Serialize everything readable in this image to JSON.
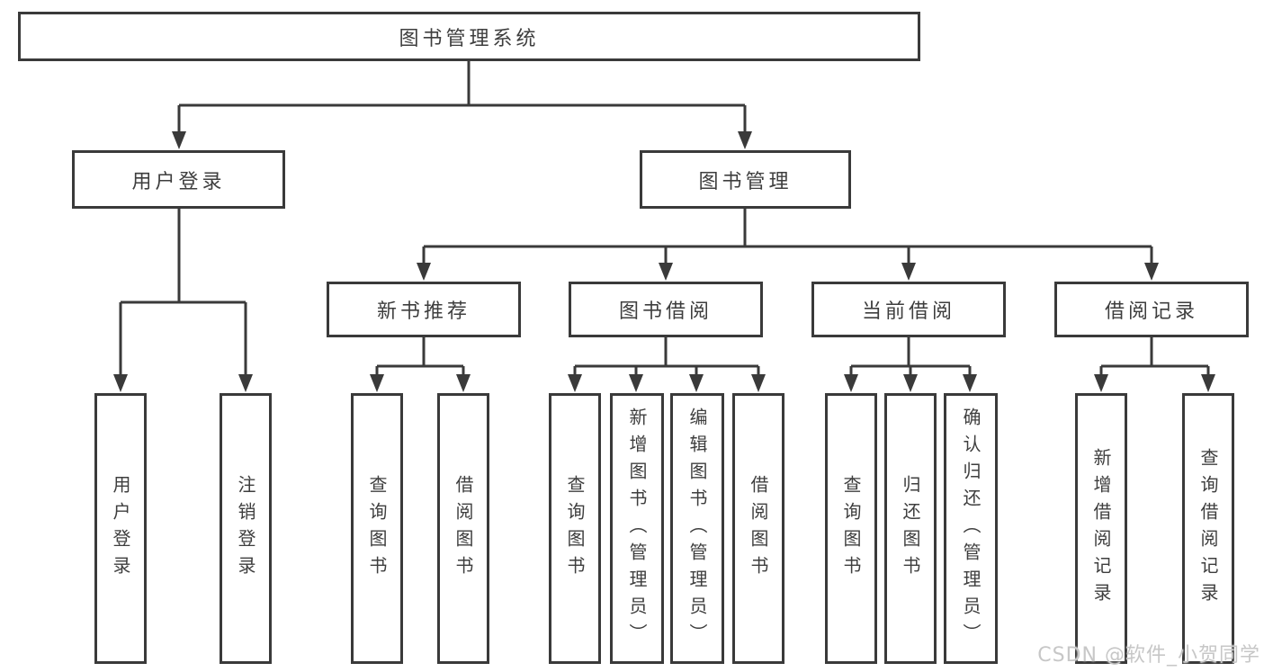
{
  "tree": {
    "root": {
      "label": "图书管理系统"
    },
    "level2": [
      {
        "id": "user-login-group",
        "label": "用户登录",
        "parent": "图书管理系统"
      },
      {
        "id": "book-management",
        "label": "图书管理",
        "parent": "图书管理系统"
      }
    ],
    "level3": [
      {
        "id": "new-book-recommend",
        "label": "新书推荐",
        "parent": "图书管理"
      },
      {
        "id": "book-borrowing",
        "label": "图书借阅",
        "parent": "图书管理"
      },
      {
        "id": "current-borrowing",
        "label": "当前借阅",
        "parent": "图书管理"
      },
      {
        "id": "borrow-records",
        "label": "借阅记录",
        "parent": "图书管理"
      }
    ],
    "leaves": [
      {
        "id": "user-login",
        "label": "用户登录",
        "parent": "用户登录"
      },
      {
        "id": "logout",
        "label": "注销登录",
        "parent": "用户登录"
      },
      {
        "id": "search-books-recommend",
        "label": "查询图书",
        "parent": "新书推荐"
      },
      {
        "id": "borrow-books-recommend",
        "label": "借阅图书",
        "parent": "新书推荐"
      },
      {
        "id": "search-books-borrowing",
        "label": "查询图书",
        "parent": "图书借阅"
      },
      {
        "id": "add-book-admin",
        "label": "新增图书（管理员）",
        "parent": "图书借阅"
      },
      {
        "id": "edit-book-admin",
        "label": "编辑图书（管理员）",
        "parent": "图书借阅"
      },
      {
        "id": "borrow-books-borrowing",
        "label": "借阅图书",
        "parent": "图书借阅"
      },
      {
        "id": "search-books-current",
        "label": "查询图书",
        "parent": "当前借阅"
      },
      {
        "id": "return-book",
        "label": "归还图书",
        "parent": "当前借阅"
      },
      {
        "id": "confirm-return-admin",
        "label": "确认归还（管理员）",
        "parent": "当前借阅"
      },
      {
        "id": "add-borrow-record",
        "label": "新增借阅记录",
        "parent": "借阅记录"
      },
      {
        "id": "search-borrow-record",
        "label": "查询借阅记录",
        "parent": "借阅记录"
      }
    ]
  },
  "watermark": {
    "text": "CSDN @软件_小贺同学"
  },
  "colors": {
    "line": "#3a3a3a",
    "box_border": "#3a3a3a",
    "text": "#3e3e3e",
    "watermark": "#c7c7c7",
    "background": "#ffffff"
  }
}
